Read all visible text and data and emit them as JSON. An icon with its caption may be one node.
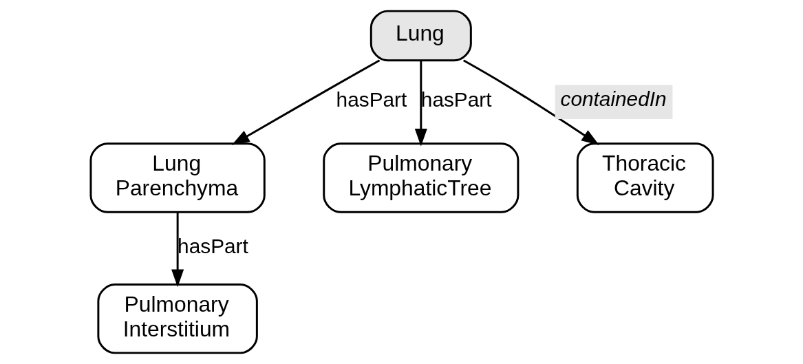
{
  "diagram": {
    "nodes": [
      {
        "text": [
          "Lung"
        ]
      },
      {
        "text": [
          "Lung Parenchyma"
        ]
      },
      {
        "text": [
          "Pulmonary LymphaticTree"
        ]
      },
      {
        "text": [
          "Thoracic Cavity"
        ]
      },
      {
        "text": [
          "Pulmonary Interstitium"
        ]
      }
    ],
    "edges": [
      {
        "from": 0,
        "to": 1,
        "arrow": "to",
        "label": "hasPart"
      },
      {
        "from": 0,
        "to": 2,
        "arrow": "to",
        "label": "hasPart"
      },
      {
        "from": 0,
        "to": 3,
        "arrow": "to",
        "label": "containedIn"
      },
      {
        "from": 1,
        "to": 4,
        "arrow": "to",
        "label": "hasPart"
      }
    ]
  }
}
